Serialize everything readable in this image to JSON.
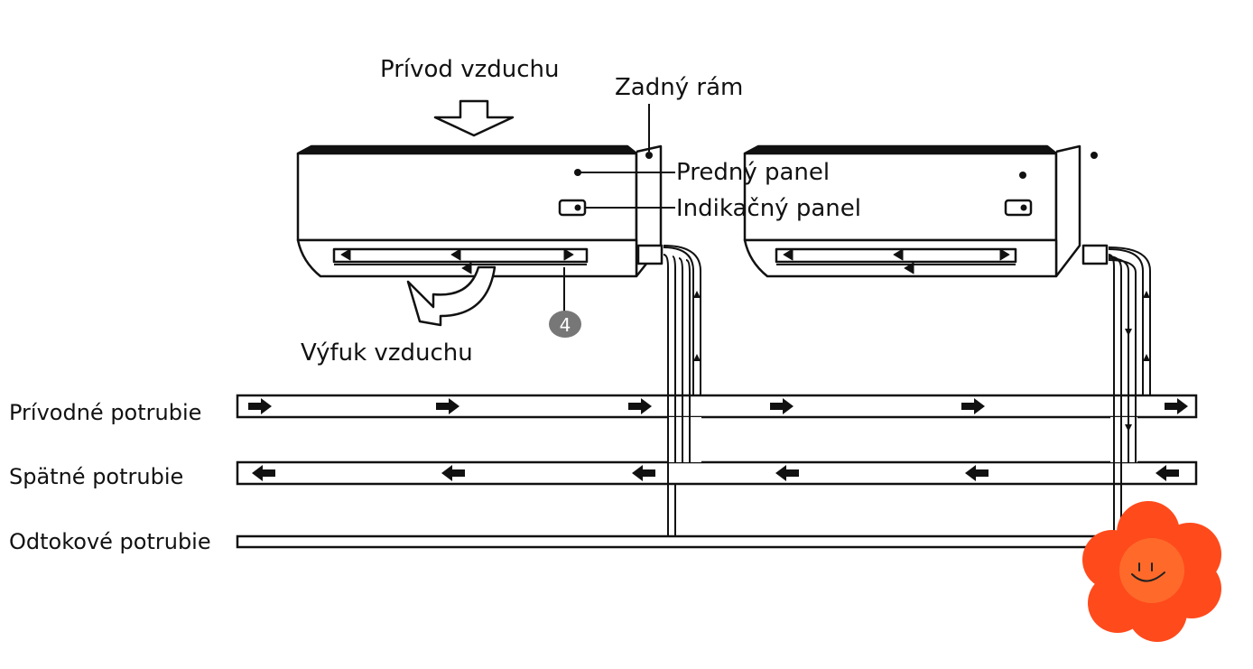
{
  "labels": {
    "air_intake": "Prívod vzduchu",
    "rear_frame": "Zadný rám",
    "front_panel": "Predný panel",
    "indicator_panel": "Indikačný panel",
    "air_outlet": "Výfuk vzduchu",
    "callout_number": "4"
  },
  "pipes": {
    "supply": "Prívodné potrubie",
    "return": "Spätné potrubie",
    "drain": "Odtokové potrubie"
  },
  "colors": {
    "line": "#111111",
    "callout": "#777777",
    "flower_petal": "#ff4a1c",
    "flower_center": "#ff6a2a"
  },
  "icons": {
    "flow_arrow": "arrow-icon",
    "mascot": "flower-mascot-icon"
  }
}
